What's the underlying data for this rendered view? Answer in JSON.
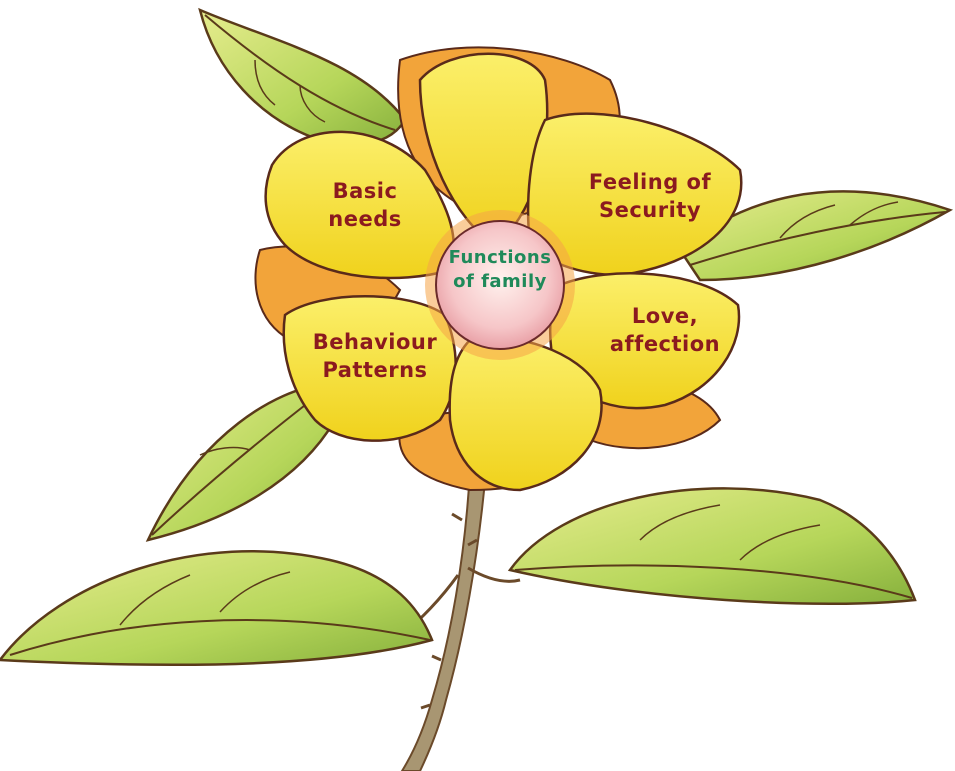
{
  "center": {
    "label": "Functions\nof family"
  },
  "petals": [
    {
      "key": "basic",
      "label": "Basic\nneeds"
    },
    {
      "key": "security",
      "label": "Feeling of\nSecurity"
    },
    {
      "key": "love",
      "label": "Love,\naffection"
    },
    {
      "key": "behaviour",
      "label": "Behaviour\nPatterns"
    }
  ],
  "colors": {
    "petal_label": "#8b1a1f",
    "center_label": "#1f8a5a",
    "petal_yellow": "#f3e23a",
    "petal_orange": "#f2a43a",
    "outline": "#5a2a1a",
    "leaf_green": "#9cc24a",
    "leaf_light": "#e4ea8a",
    "stem": "#a08f66",
    "center_fill": "#f6c6c8"
  }
}
